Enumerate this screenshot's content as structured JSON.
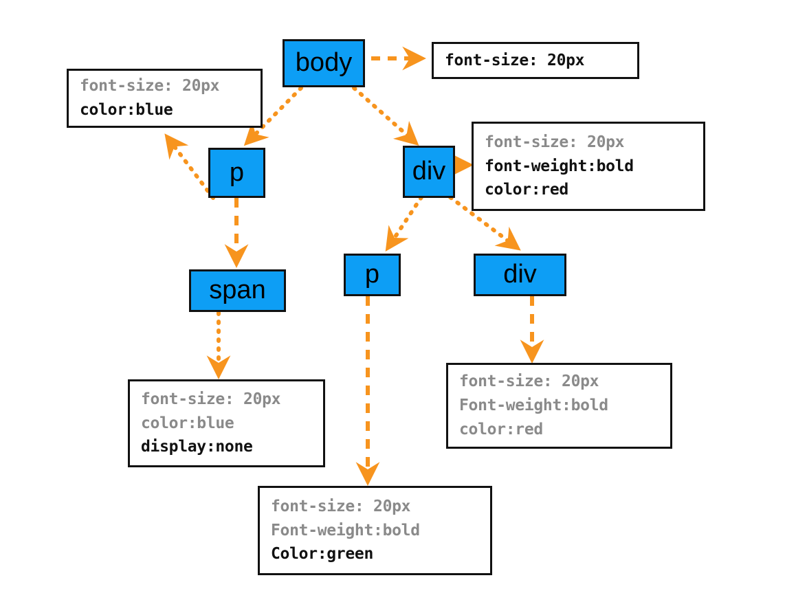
{
  "diagram": {
    "title": "CSS inheritance DOM tree",
    "colors": {
      "node_fill": "#0d9ef5",
      "node_border": "#111111",
      "arrow": "#f7941e",
      "muted_text": "#8a8a8a",
      "strong_text": "#111111",
      "background": "#ffffff"
    }
  },
  "nodes": [
    {
      "id": "body",
      "label": "body"
    },
    {
      "id": "p-left",
      "label": "p"
    },
    {
      "id": "div-right",
      "label": "div"
    },
    {
      "id": "span",
      "label": "span"
    },
    {
      "id": "p-bottom",
      "label": "p"
    },
    {
      "id": "div-bottom",
      "label": "div"
    }
  ],
  "annotations": [
    {
      "id": "body-styles",
      "for": "body",
      "lines": [
        {
          "text": "font-size: 20px",
          "emphasis": "strong"
        }
      ]
    },
    {
      "id": "p-left-styles",
      "for": "p-left",
      "lines": [
        {
          "text": "font-size: 20px",
          "emphasis": "muted"
        },
        {
          "text": "color:blue",
          "emphasis": "strong"
        }
      ]
    },
    {
      "id": "div-right-styles",
      "for": "div-right",
      "lines": [
        {
          "text": "font-size: 20px",
          "emphasis": "muted"
        },
        {
          "text": "font-weight:bold",
          "emphasis": "strong"
        },
        {
          "text": "color:red",
          "emphasis": "strong"
        }
      ]
    },
    {
      "id": "span-styles",
      "for": "span",
      "lines": [
        {
          "text": "font-size: 20px",
          "emphasis": "muted"
        },
        {
          "text": "color:blue",
          "emphasis": "muted"
        },
        {
          "text": "display:none",
          "emphasis": "strong"
        }
      ]
    },
    {
      "id": "div-bottom-styles",
      "for": "div-bottom",
      "lines": [
        {
          "text": "font-size: 20px",
          "emphasis": "muted"
        },
        {
          "text": "Font-weight:bold",
          "emphasis": "muted"
        },
        {
          "text": "color:red",
          "emphasis": "muted"
        }
      ]
    },
    {
      "id": "p-bottom-styles",
      "for": "p-bottom",
      "lines": [
        {
          "text": "font-size: 20px",
          "emphasis": "muted"
        },
        {
          "text": "Font-weight:bold",
          "emphasis": "muted"
        },
        {
          "text": "Color:green",
          "emphasis": "strong"
        }
      ]
    }
  ],
  "edges": [
    {
      "id": "body-to-body-styles",
      "from": "body",
      "to": "body-styles",
      "style": "dashed"
    },
    {
      "id": "body-to-p-left",
      "from": "body",
      "to": "p-left",
      "style": "dotted"
    },
    {
      "id": "body-to-div-right",
      "from": "body",
      "to": "div-right",
      "style": "dotted"
    },
    {
      "id": "p-left-to-p-left-styles",
      "from": "p-left",
      "to": "p-left-styles",
      "style": "dotted"
    },
    {
      "id": "p-left-to-span",
      "from": "p-left",
      "to": "span",
      "style": "dashed"
    },
    {
      "id": "div-right-to-div-styles",
      "from": "div-right",
      "to": "div-right-styles",
      "style": "solid"
    },
    {
      "id": "div-right-to-p-bottom",
      "from": "div-right",
      "to": "p-bottom",
      "style": "dotted"
    },
    {
      "id": "div-right-to-div-bottom",
      "from": "div-right",
      "to": "div-bottom",
      "style": "dotted"
    },
    {
      "id": "span-to-span-styles",
      "from": "span",
      "to": "span-styles",
      "style": "dotted"
    },
    {
      "id": "p-bottom-to-p-bottom-styles",
      "from": "p-bottom",
      "to": "p-bottom-styles",
      "style": "dashed"
    },
    {
      "id": "div-bottom-to-div-bottom-styles",
      "from": "div-bottom",
      "to": "div-bottom-styles",
      "style": "dashed"
    }
  ]
}
